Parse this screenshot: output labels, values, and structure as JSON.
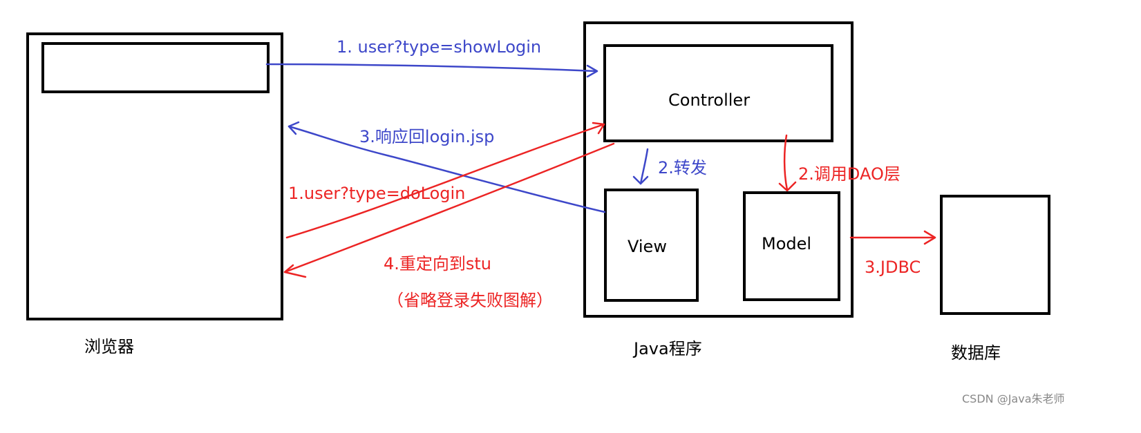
{
  "nodes": {
    "browser": {
      "label": "浏览器"
    },
    "java": {
      "label": "Java程序"
    },
    "controller": {
      "label": "Controller"
    },
    "view": {
      "label": "View"
    },
    "model": {
      "label": "Model"
    },
    "database": {
      "label": "数据库"
    }
  },
  "edges": {
    "show_login": {
      "label": "1. user?type=showLogin"
    },
    "respond_login": {
      "label": "3.响应回login.jsp"
    },
    "do_login": {
      "label": "1.user?type=doLogin"
    },
    "redirect_stu": {
      "label": "4.重定向到stu"
    },
    "omit_note": {
      "label": "（省略登录失败图解）"
    },
    "forward": {
      "label": "2.转发"
    },
    "call_dao": {
      "label": "2.调用DAO层"
    },
    "jdbc": {
      "label": "3.JDBC"
    }
  },
  "watermark": "CSDN @Java朱老师",
  "colors": {
    "blue": "#3d47c9",
    "red": "#ec2424",
    "black": "#000000"
  }
}
